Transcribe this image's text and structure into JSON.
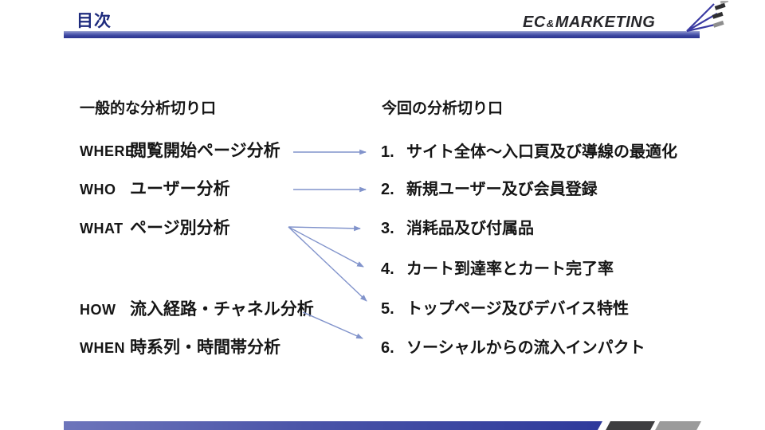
{
  "page_title": "目次",
  "logo": {
    "text_ec": "EC",
    "amp": "&",
    "text_marketing": "MARKETING"
  },
  "left_column": {
    "title": "一般的な分析切り口",
    "items": [
      {
        "en": "WHERE",
        "ja": "閲覧開始ページ分析"
      },
      {
        "en": "WHO",
        "ja": "ユーザー分析"
      },
      {
        "en": "WHAT",
        "ja": "ページ別分析"
      },
      {
        "en": "HOW",
        "ja": "流入経路・チャネル分析"
      },
      {
        "en": "WHEN",
        "ja": "時系列・時間帯分析"
      }
    ]
  },
  "right_column": {
    "title": "今回の分析切り口",
    "items": [
      {
        "num": "1.",
        "text": "サイト全体～入口頁及び導線の最適化"
      },
      {
        "num": "2.",
        "text": "新規ユーザー及び会員登録"
      },
      {
        "num": "3.",
        "text": "消耗品及び付属品"
      },
      {
        "num": "4.",
        "text": "カート到達率とカート完了率"
      },
      {
        "num": "5.",
        "text": "トップページ及びデバイス特性"
      },
      {
        "num": "6.",
        "text": "ソーシャルからの流入インパクト"
      }
    ]
  },
  "connections": [
    {
      "from": "WHERE",
      "to": "1"
    },
    {
      "from": "WHO",
      "to": "2"
    },
    {
      "from": "WHAT",
      "to": "3"
    },
    {
      "from": "WHAT",
      "to": "4"
    },
    {
      "from": "WHAT",
      "to": "5"
    },
    {
      "from": "HOW",
      "to": "6"
    }
  ],
  "colors": {
    "title_navy": "#1e2b7d",
    "bar_navy": "#2e3897",
    "arrow_blue": "#8193cb",
    "bar_dark_gray": "#3e3e40",
    "bar_light_gray": "#9b9b9b",
    "text_black": "#151515"
  }
}
